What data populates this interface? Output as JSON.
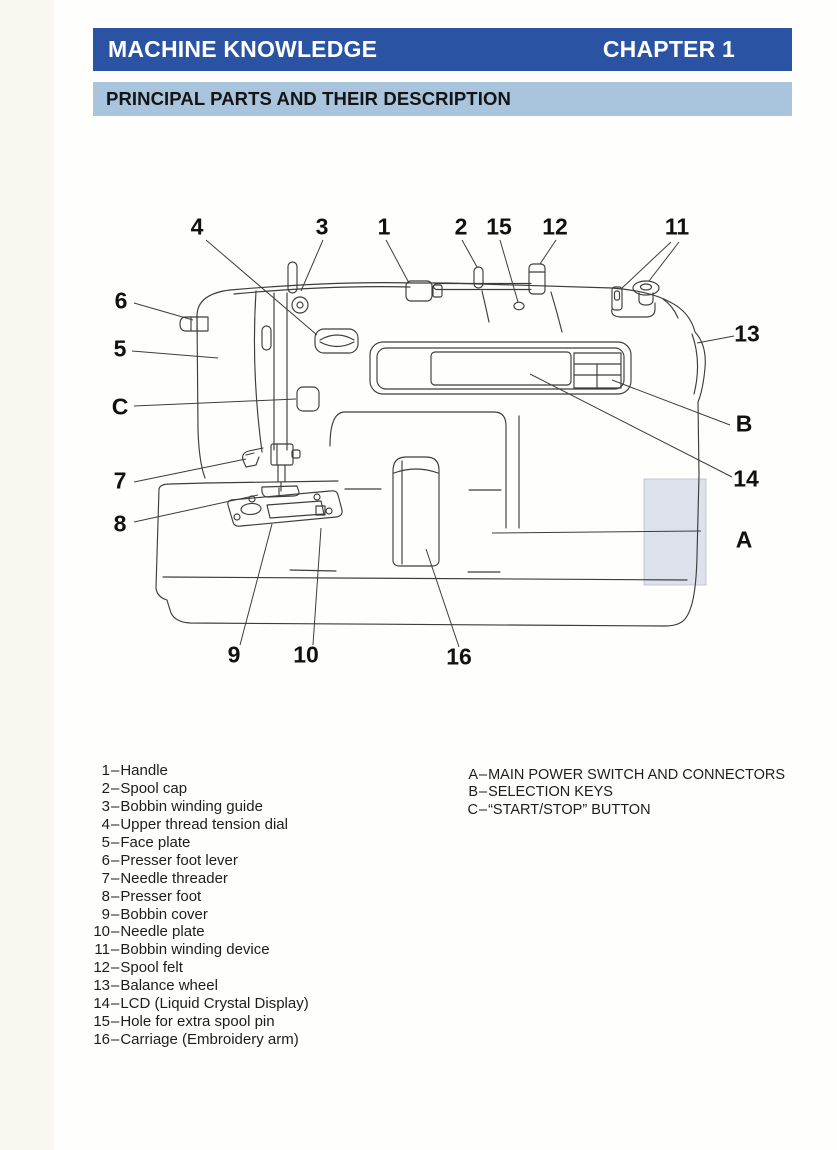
{
  "header": {
    "title": "MACHINE KNOWLEDGE",
    "chapter": "CHAPTER 1"
  },
  "subheader": {
    "title": "PRINCIPAL PARTS AND THEIR DESCRIPTION"
  },
  "colors": {
    "header_bar": "#2a54a3",
    "header_text": "#ffffff",
    "subheader_bar": "#a9c5dd",
    "subheader_text": "#141414",
    "line": "#3d3d3d",
    "panel_a_fill": "#dce1eb"
  },
  "diagram": {
    "callouts": [
      {
        "id": "1",
        "text": "1"
      },
      {
        "id": "2",
        "text": "2"
      },
      {
        "id": "3",
        "text": "3"
      },
      {
        "id": "4",
        "text": "4"
      },
      {
        "id": "5",
        "text": "5"
      },
      {
        "id": "6",
        "text": "6"
      },
      {
        "id": "7",
        "text": "7"
      },
      {
        "id": "8",
        "text": "8"
      },
      {
        "id": "9",
        "text": "9"
      },
      {
        "id": "10",
        "text": "10"
      },
      {
        "id": "11",
        "text": "11"
      },
      {
        "id": "12",
        "text": "12"
      },
      {
        "id": "13",
        "text": "13"
      },
      {
        "id": "14",
        "text": "14"
      },
      {
        "id": "15",
        "text": "15"
      },
      {
        "id": "16",
        "text": "16"
      },
      {
        "id": "A",
        "text": "A"
      },
      {
        "id": "B",
        "text": "B"
      },
      {
        "id": "C",
        "text": "C"
      }
    ]
  },
  "legend": {
    "separator": "–",
    "numbered": [
      {
        "num": "1",
        "label": "Handle"
      },
      {
        "num": "2",
        "label": "Spool cap"
      },
      {
        "num": "3",
        "label": "Bobbin winding guide"
      },
      {
        "num": "4",
        "label": "Upper thread tension dial"
      },
      {
        "num": "5",
        "label": "Face plate"
      },
      {
        "num": "6",
        "label": "Presser foot lever"
      },
      {
        "num": "7",
        "label": "Needle threader"
      },
      {
        "num": "8",
        "label": "Presser foot"
      },
      {
        "num": "9",
        "label": "Bobbin cover"
      },
      {
        "num": "10",
        "label": "Needle plate"
      },
      {
        "num": "11",
        "label": "Bobbin winding device"
      },
      {
        "num": "12",
        "label": "Spool felt"
      },
      {
        "num": "13",
        "label": "Balance wheel"
      },
      {
        "num": "14",
        "label": "LCD (Liquid Crystal Display)"
      },
      {
        "num": "15",
        "label": "Hole for extra spool pin"
      },
      {
        "num": "16",
        "label": "Carriage (Embroidery arm)"
      }
    ],
    "lettered": [
      {
        "num": "A",
        "label": "MAIN POWER SWITCH AND CONNECTORS"
      },
      {
        "num": "B",
        "label": "SELECTION KEYS"
      },
      {
        "num": "C",
        "label": "“START/STOP” BUTTON"
      }
    ]
  }
}
